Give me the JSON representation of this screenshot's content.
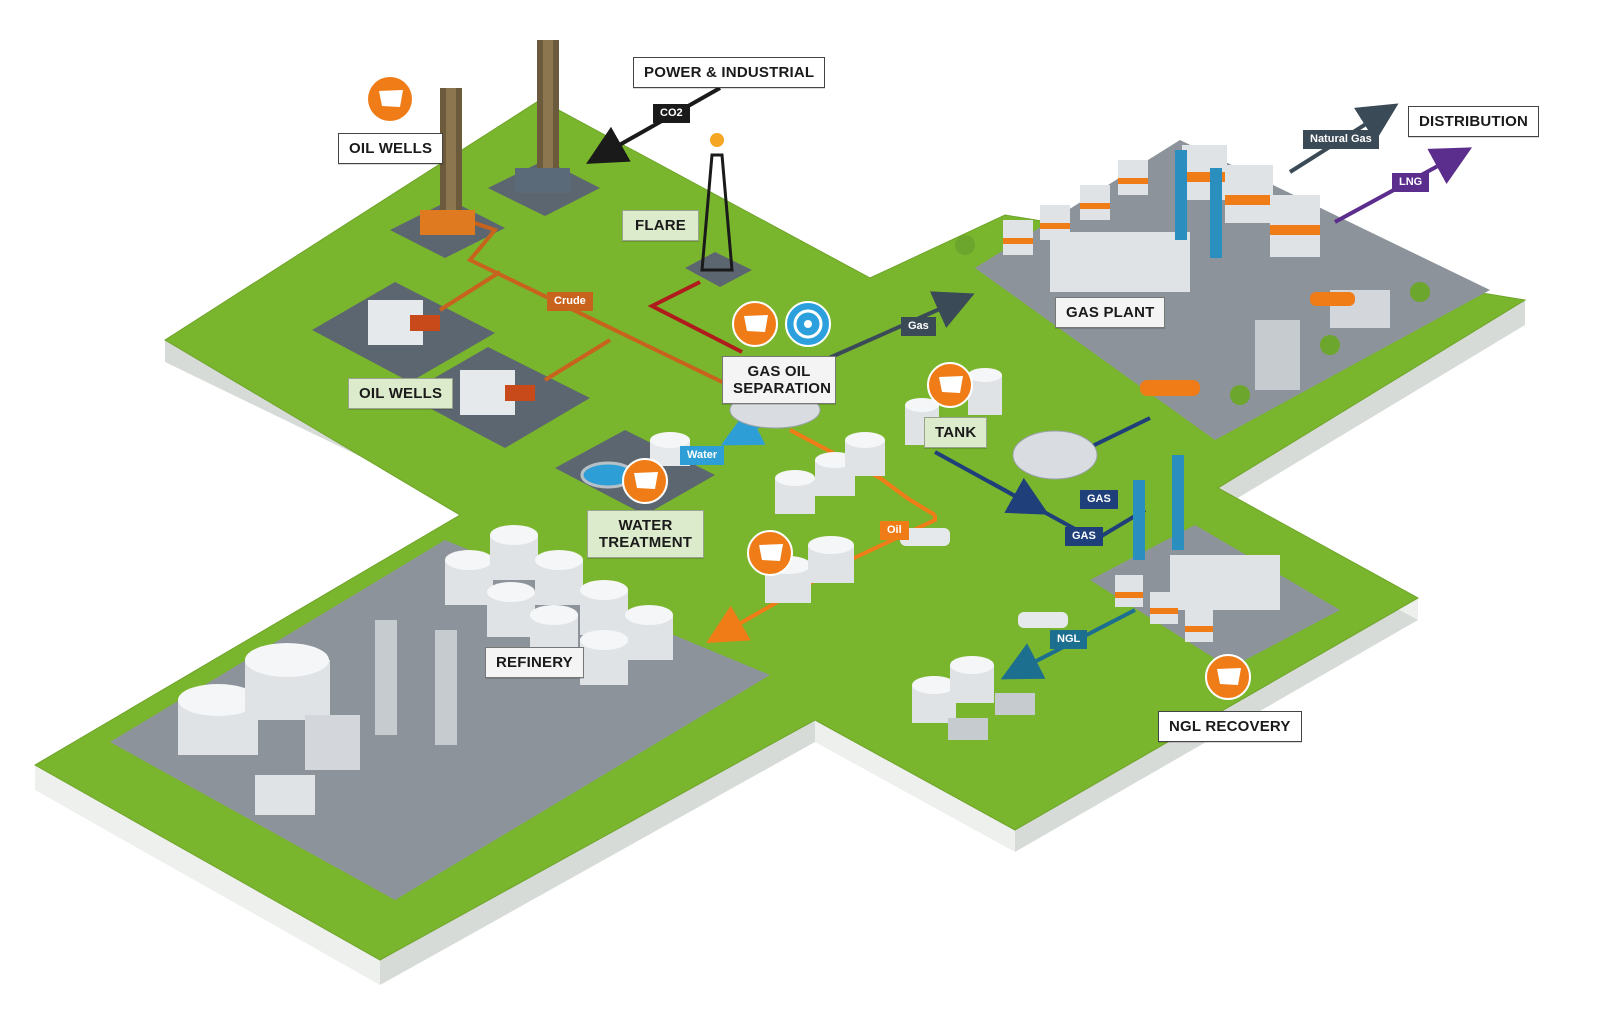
{
  "labels": {
    "power_industrial": "POWER & INDUSTRIAL",
    "oil_wells_top": "OIL WELLS",
    "oil_wells_mid": "OIL WELLS",
    "flare": "FLARE",
    "gas_oil_separation_l1": "GAS OIL",
    "gas_oil_separation_l2": "SEPARATION",
    "water_treatment_l1": "WATER",
    "water_treatment_l2": "TREATMENT",
    "tank": "TANK",
    "gas_plant": "GAS PLANT",
    "distribution": "DISTRIBUTION",
    "refinery": "REFINERY",
    "ngl_recovery": "NGL RECOVERY"
  },
  "flows": {
    "co2": "CO2",
    "crude": "Crude",
    "gas": "Gas",
    "water": "Water",
    "oil": "Oil",
    "natural_gas": "Natural Gas",
    "lng": "LNG",
    "gas_a": "GAS",
    "gas_b": "GAS",
    "ngl": "NGL"
  },
  "colors": {
    "ground_top": "#7ab52e",
    "ground_side_light": "#eef0ee",
    "ground_side_dark": "#d7dbd8",
    "crude_line": "#c8631d",
    "oil_line": "#f07c18",
    "flare_line": "#b01c1c",
    "co2_line": "#1a1a1a",
    "gas_line": "#3b4a57",
    "water_line": "#2e9fd6",
    "lng_line": "#5b2d8c",
    "gas_blue_line": "#1e3f7a",
    "ngl_line": "#1c6f8f",
    "badge_orange": "#f07c18",
    "badge_blue": "#2ba0dc"
  },
  "icons": [
    "oil-wells-badge-icon",
    "gas-oil-separation-badge-icon",
    "fan-badge-icon",
    "water-treatment-badge-icon",
    "tank-badge-icon",
    "oil-storage-badge-icon",
    "ngl-recovery-badge-icon"
  ]
}
